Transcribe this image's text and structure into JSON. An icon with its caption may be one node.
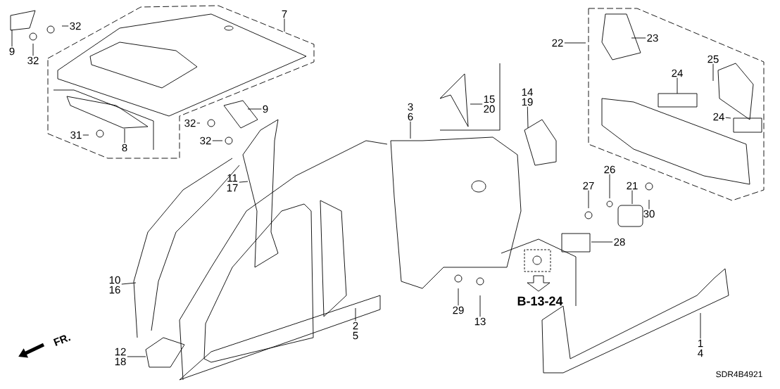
{
  "diagram": {
    "nodes": [
      {
        "text": [
          "9"
        ]
      },
      {
        "text": [
          "32"
        ]
      },
      {
        "text": [
          "32"
        ]
      },
      {
        "text": [
          "7"
        ]
      },
      {
        "text": [
          "22"
        ]
      },
      {
        "text": [
          "23"
        ]
      },
      {
        "text": [
          "25"
        ]
      },
      {
        "text": [
          "24"
        ]
      },
      {
        "text": [
          "3",
          "6"
        ]
      },
      {
        "text": [
          "14",
          "19"
        ]
      },
      {
        "text": [
          "15",
          "20"
        ]
      },
      {
        "text": [
          "9"
        ]
      },
      {
        "text": [
          "24"
        ]
      },
      {
        "text": [
          "32"
        ]
      },
      {
        "text": [
          "31"
        ]
      },
      {
        "text": [
          "32"
        ]
      },
      {
        "text": [
          "8"
        ]
      },
      {
        "text": [
          "26"
        ]
      },
      {
        "text": [
          "11",
          "17"
        ]
      },
      {
        "text": [
          "27"
        ]
      },
      {
        "text": [
          "21"
        ]
      },
      {
        "text": [
          "30"
        ]
      },
      {
        "text": [
          "28"
        ]
      },
      {
        "text": [
          "10",
          "16"
        ]
      },
      {
        "text": [
          "29"
        ]
      },
      {
        "text": [
          "2",
          "5"
        ]
      },
      {
        "text": [
          "13"
        ]
      },
      {
        "text": [
          "1",
          "4"
        ]
      },
      {
        "text": [
          "12",
          "18"
        ]
      }
    ],
    "edges": [
      {
        "from": 0,
        "to": null,
        "arrow": "none"
      },
      {
        "from": 1,
        "to": null,
        "arrow": "none"
      },
      {
        "from": 2,
        "to": null,
        "arrow": "none"
      },
      {
        "from": 3,
        "to": null,
        "arrow": "none"
      },
      {
        "from": 4,
        "to": null,
        "arrow": "none"
      },
      {
        "from": 5,
        "to": null,
        "arrow": "none"
      },
      {
        "from": 6,
        "to": null,
        "arrow": "none"
      },
      {
        "from": 7,
        "to": null,
        "arrow": "none"
      },
      {
        "from": 8,
        "to": null,
        "arrow": "none"
      },
      {
        "from": 9,
        "to": null,
        "arrow": "none"
      },
      {
        "from": 10,
        "to": null,
        "arrow": "none"
      },
      {
        "from": 11,
        "to": null,
        "arrow": "none"
      },
      {
        "from": 12,
        "to": null,
        "arrow": "none"
      },
      {
        "from": 13,
        "to": null,
        "arrow": "none"
      },
      {
        "from": 14,
        "to": null,
        "arrow": "none"
      },
      {
        "from": 15,
        "to": null,
        "arrow": "none"
      },
      {
        "from": 16,
        "to": null,
        "arrow": "none"
      },
      {
        "from": 17,
        "to": null,
        "arrow": "none"
      },
      {
        "from": 18,
        "to": null,
        "arrow": "none"
      },
      {
        "from": 19,
        "to": null,
        "arrow": "none"
      },
      {
        "from": 20,
        "to": null,
        "arrow": "none"
      },
      {
        "from": 21,
        "to": null,
        "arrow": "none"
      },
      {
        "from": 22,
        "to": null,
        "arrow": "none"
      },
      {
        "from": 23,
        "to": null,
        "arrow": "none"
      },
      {
        "from": 24,
        "to": null,
        "arrow": "none"
      },
      {
        "from": 25,
        "to": null,
        "arrow": "none"
      },
      {
        "from": 26,
        "to": null,
        "arrow": "none"
      },
      {
        "from": 27,
        "to": null,
        "arrow": "none"
      },
      {
        "from": 28,
        "to": null,
        "arrow": "none"
      }
    ],
    "labels": [
      "B-13-24",
      "FR.",
      "SDR4B4921"
    ]
  }
}
